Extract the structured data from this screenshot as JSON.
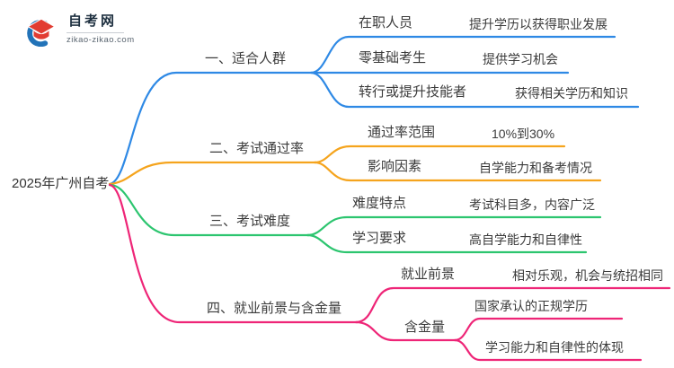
{
  "logo": {
    "site_name": "自考网",
    "site_url": "zikao-zikao.com",
    "brand_blue": "#2273b8",
    "brand_red": "#e23c32"
  },
  "root": {
    "label": "2025年广州自考"
  },
  "branches": [
    {
      "label": "一、适合人群",
      "color": "#2e89e5",
      "children": [
        {
          "label": "在职人员",
          "leaf": "提升学历以获得职业发展"
        },
        {
          "label": "零基础考生",
          "leaf": "提供学习机会"
        },
        {
          "label": "转行或提升技能者",
          "leaf": "获得相关学历和知识"
        }
      ]
    },
    {
      "label": "二、考试通过率",
      "color": "#f5a41d",
      "children": [
        {
          "label": "通过率范围",
          "leaf": "10%到30%"
        },
        {
          "label": "影响因素",
          "leaf": "自学能力和备考情况"
        }
      ]
    },
    {
      "label": "三、考试难度",
      "color": "#2cc56f",
      "children": [
        {
          "label": "难度特点",
          "leaf": "考试科目多，内容广泛"
        },
        {
          "label": "学习要求",
          "leaf": "高自学能力和自律性"
        }
      ]
    },
    {
      "label": "四、就业前景与含金量",
      "color": "#ee2577",
      "children": [
        {
          "label": "就业前景",
          "leaf": "相对乐观，机会与统招相同"
        },
        {
          "label": "含金量",
          "leaves": [
            "国家承认的正规学历",
            "学习能力和自律性的体现"
          ]
        }
      ]
    }
  ]
}
